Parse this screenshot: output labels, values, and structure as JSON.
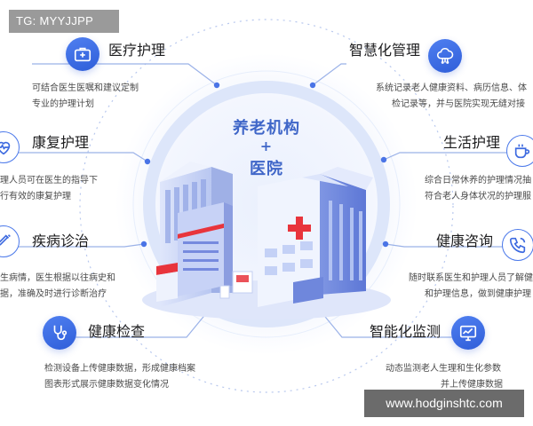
{
  "watermark_tag": "TG: MYYJJPP",
  "watermark_url": "www.hodginshtc.com",
  "center": {
    "line1": "养老机构",
    "plus": "+",
    "line2": "医院"
  },
  "services": {
    "medical_care": {
      "title": "医疗护理",
      "desc": [
        "可结合医生医嘱和建议定制",
        "专业的护理计划"
      ],
      "icon": "medical-kit-icon"
    },
    "smart_management": {
      "title": "智慧化管理",
      "desc": [
        "系统记录老人健康资料、病历信息、体",
        "检记录等，并与医院实现无缝对接"
      ],
      "icon": "cloud-network-icon"
    },
    "rehab_care": {
      "title": "康复护理",
      "desc": [
        "理人员可在医生的指导下",
        "行有效的康复护理"
      ],
      "icon": "heartbeat-icon"
    },
    "daily_care": {
      "title": "生活护理",
      "desc": [
        "综合日常休养的护理情况抽",
        "符合老人身体状况的护理服"
      ],
      "icon": "cup-icon"
    },
    "diagnosis": {
      "title": "疾病诊治",
      "desc": [
        "生病情，医生根据以往病史和",
        "据，准确及时进行诊断治疗"
      ],
      "icon": "syringe-icon"
    },
    "consultation": {
      "title": "健康咨询",
      "desc": [
        "随时联系医生和护理人员了解健",
        "和护理信息，做到健康护理"
      ],
      "icon": "phone-icon"
    },
    "checkup": {
      "title": "健康检查",
      "desc": [
        "检测设备上传健康数据，形成健康档案",
        "图表形式展示健康数据变化情况"
      ],
      "icon": "stethoscope-icon"
    },
    "monitoring": {
      "title": "智能化监测",
      "desc": [
        "动态监测老人生理和生化参数",
        "并上传健康数据"
      ],
      "icon": "monitor-chart-icon"
    }
  },
  "colors": {
    "accent": "#3d6ae0",
    "line": "#9bb2e8",
    "title": "#1d1d1f",
    "desc": "#4a4a4a",
    "cross": "#e8343c"
  }
}
